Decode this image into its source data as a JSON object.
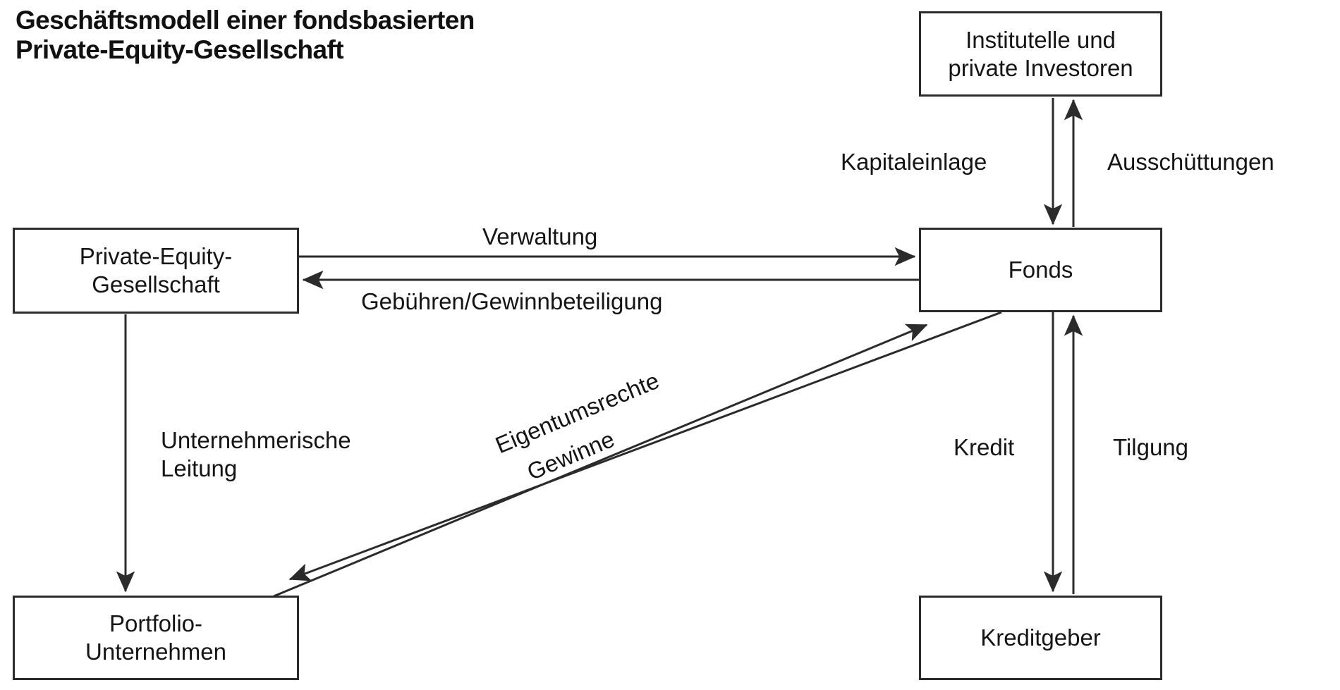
{
  "title": "Geschäftsmodell einer fondsbasierten\nPrivate-Equity-Gesellschaft",
  "nodes": {
    "investors": "Institutelle und\nprivate Investoren",
    "fund": "Fonds",
    "pe_company": "Private-Equity-\nGesellschaft",
    "portfolio": "Portfolio-\nUnternehmen",
    "lender": "Kreditgeber"
  },
  "edges": {
    "capital_contribution": "Kapitaleinlage",
    "distributions": "Ausschüttungen",
    "administration": "Verwaltung",
    "fees_profit_share": "Gebühren/Gewinnbeteiligung",
    "entrepreneurial_management": "Unternehmerische\nLeitung",
    "ownership_rights": "Eigentumsrechte",
    "profits": "Gewinne",
    "credit": "Kredit",
    "repayment": "Tilgung"
  },
  "colors": {
    "stroke": "#2b2b2b",
    "text": "#151515",
    "background": "#ffffff"
  },
  "chart_data": {
    "type": "diagram",
    "title": "Geschäftsmodell einer fondsbasierten Private-Equity-Gesellschaft",
    "nodes": [
      {
        "id": "investors",
        "label": "Institutelle und private Investoren"
      },
      {
        "id": "fund",
        "label": "Fonds"
      },
      {
        "id": "pe_company",
        "label": "Private-Equity-Gesellschaft"
      },
      {
        "id": "portfolio",
        "label": "Portfolio-Unternehmen"
      },
      {
        "id": "lender",
        "label": "Kreditgeber"
      }
    ],
    "edges": [
      {
        "from": "investors",
        "to": "fund",
        "label": "Kapitaleinlage"
      },
      {
        "from": "fund",
        "to": "investors",
        "label": "Ausschüttungen"
      },
      {
        "from": "pe_company",
        "to": "fund",
        "label": "Verwaltung"
      },
      {
        "from": "fund",
        "to": "pe_company",
        "label": "Gebühren/Gewinnbeteiligung"
      },
      {
        "from": "pe_company",
        "to": "portfolio",
        "label": "Unternehmerische Leitung"
      },
      {
        "from": "portfolio",
        "to": "fund",
        "label": "Eigentumsrechte"
      },
      {
        "from": "fund",
        "to": "portfolio",
        "label": "Gewinne"
      },
      {
        "from": "fund",
        "to": "lender",
        "label": "Kredit"
      },
      {
        "from": "lender",
        "to": "fund",
        "label": "Tilgung"
      }
    ]
  }
}
